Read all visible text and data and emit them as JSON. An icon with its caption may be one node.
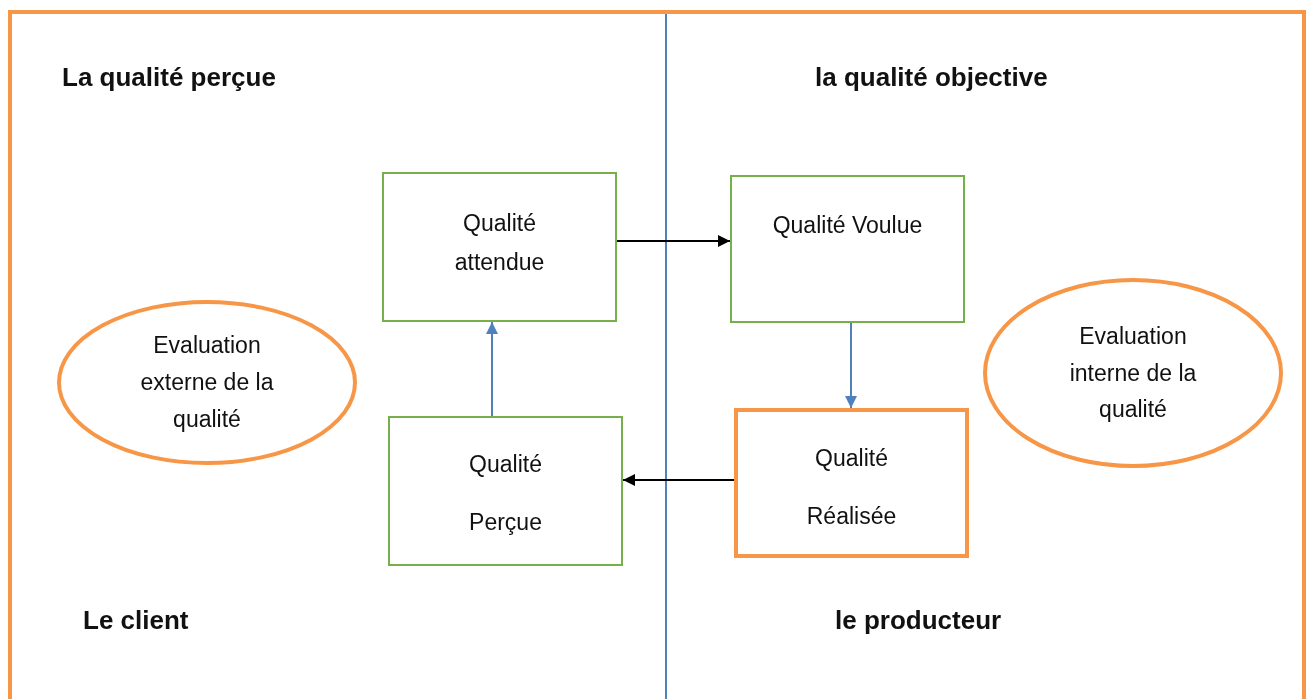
{
  "diagram": {
    "nodes": [
      {
        "text": [
          "Qualité attendue"
        ]
      },
      {
        "text": [
          "Qualité Voulue"
        ]
      },
      {
        "text": [
          "Evaluation interne de la qualité"
        ]
      },
      {
        "text": [
          "Evaluation externe de la qualité"
        ]
      },
      {
        "text": [
          "Qualité Réalisée"
        ]
      },
      {
        "text": [
          "Qualité Perçue"
        ]
      }
    ],
    "edges": [
      {
        "from": 0,
        "to": 1,
        "arrow": "to"
      },
      {
        "from": 1,
        "to": 4,
        "arrow": "to",
        "color": "#4f81bd"
      },
      {
        "from": 4,
        "to": 5,
        "arrow": "to"
      },
      {
        "from": 5,
        "to": 0,
        "arrow": "to",
        "color": "#4f81bd"
      }
    ],
    "labels": [
      "La qualité perçue",
      "la qualité objective",
      "Le client",
      "le producteur"
    ]
  }
}
